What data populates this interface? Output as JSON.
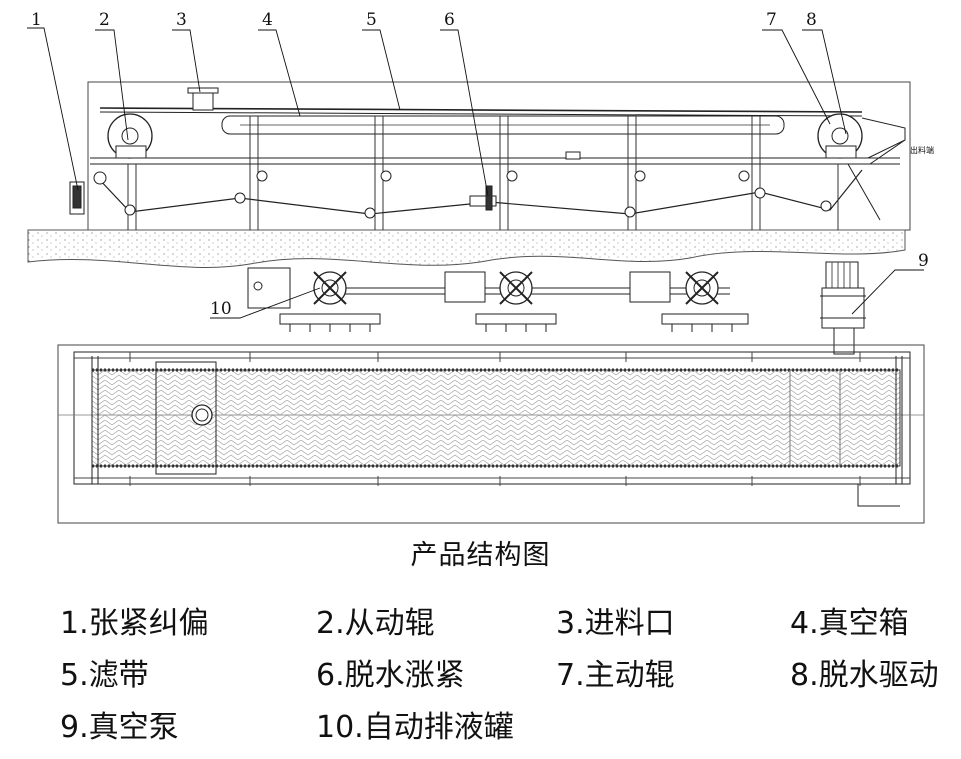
{
  "callouts": [
    "1",
    "2",
    "3",
    "4",
    "5",
    "6",
    "7",
    "8",
    "9",
    "10"
  ],
  "small_label": "出料端",
  "caption": "产品结构图",
  "legend": [
    "1.张紧纠偏",
    "2.从动辊",
    "3.进料口",
    "4.真空箱",
    "5.滤带",
    "6.脱水涨紧",
    "7.主动辊",
    "8.脱水驱动",
    "9.真空泵",
    "10.自动排液罐"
  ]
}
